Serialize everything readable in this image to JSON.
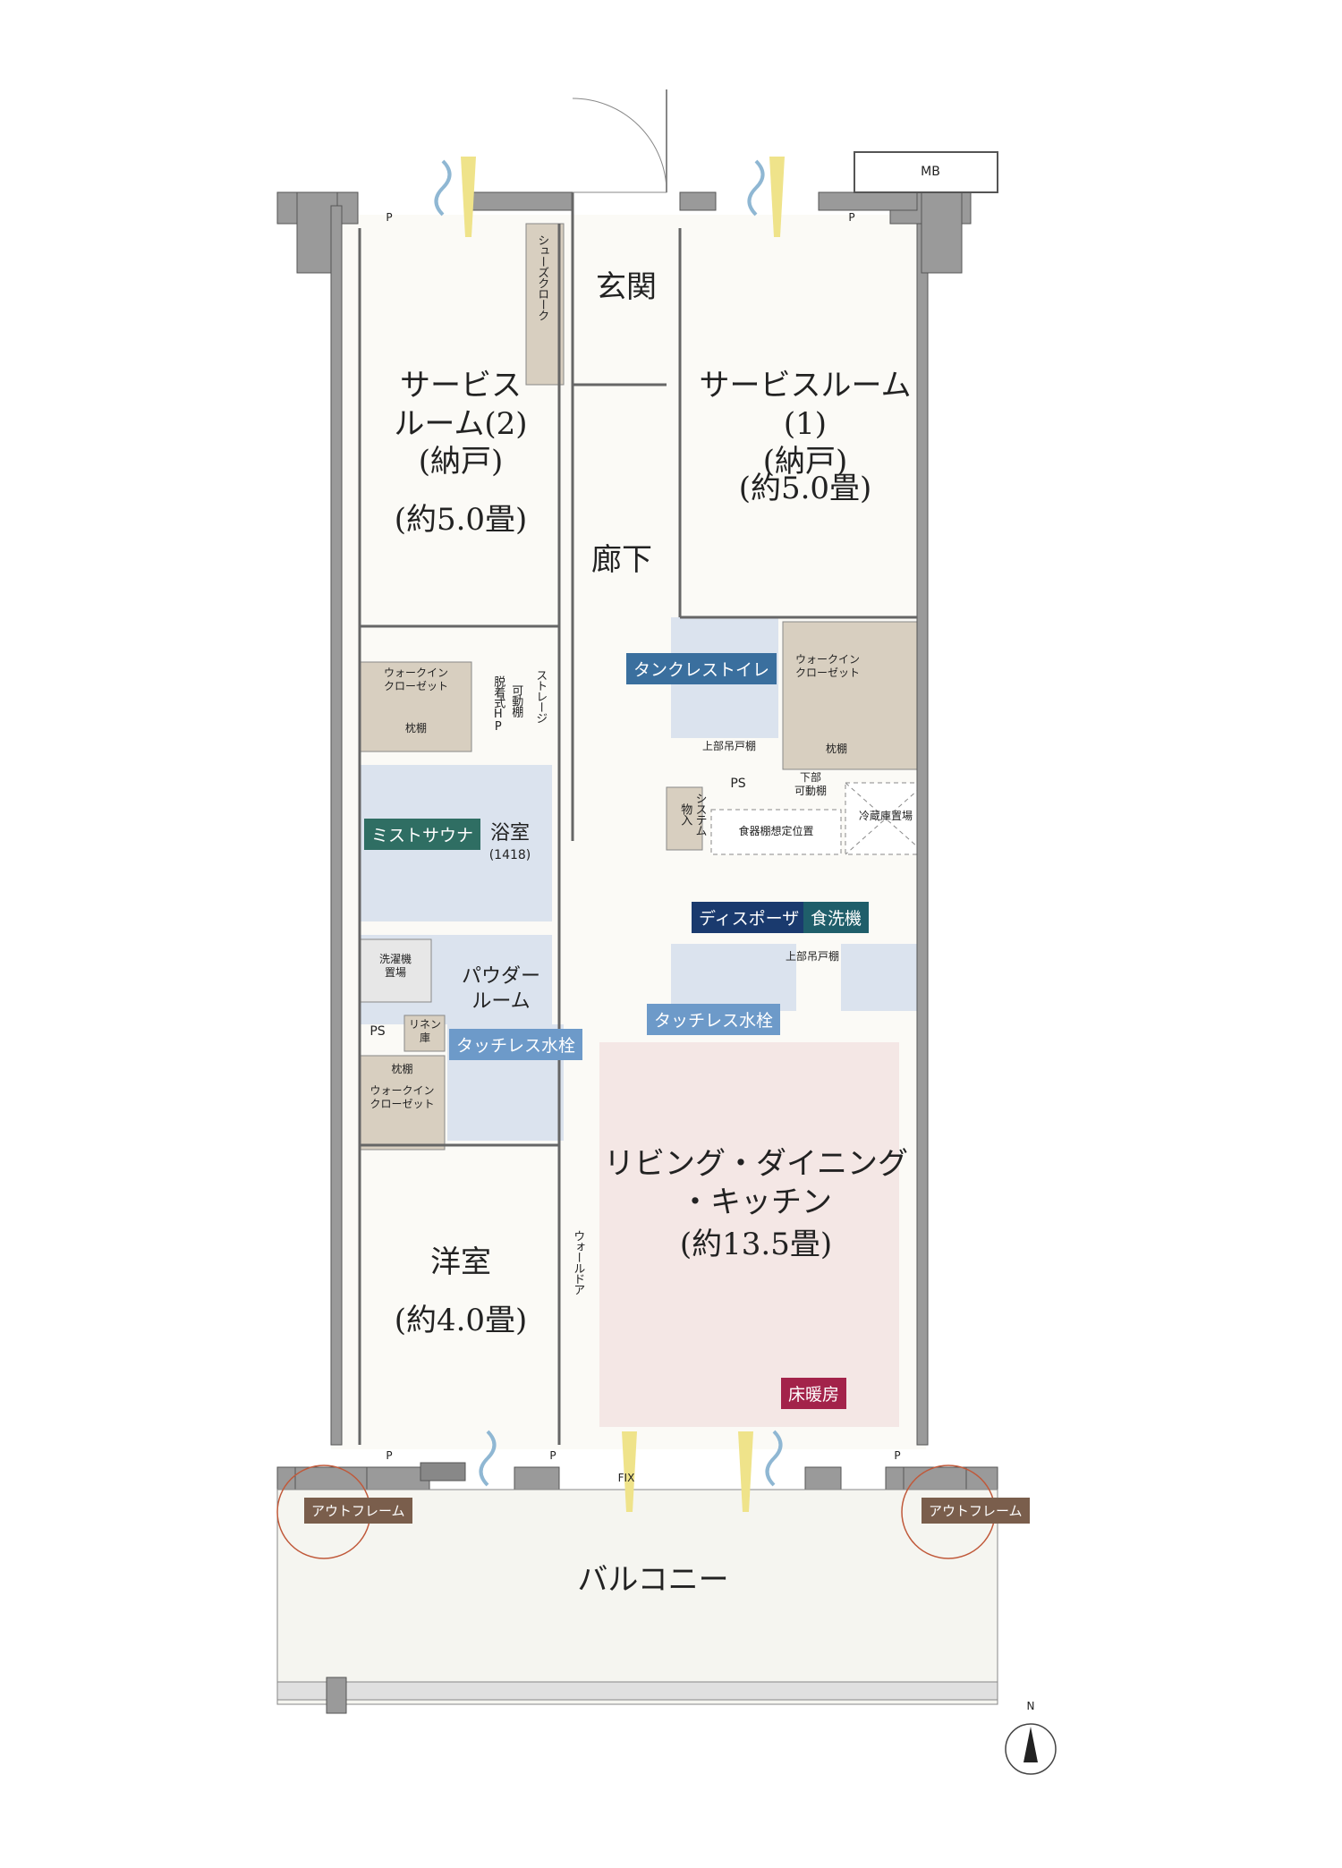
{
  "rooms": {
    "service_room_2": "サービス\nルーム(2)\n(納戸)",
    "service_room_2_size": "(約5.0畳)",
    "service_room_1": "サービスルーム(1)\n(納戸)",
    "service_room_1_size": "(約5.0畳)",
    "entrance": "玄関",
    "corridor": "廊下",
    "ldk": "リビング・ダイニング\n・キッチン",
    "ldk_size": "(約13.5畳)",
    "western_room": "洋室",
    "western_room_size": "(約4.0畳)",
    "bathroom": "浴室",
    "bathroom_size": "(1418)",
    "powder_room": "パウダー\nルーム",
    "balcony": "バルコニー"
  },
  "storage": {
    "shoes_cloak": "シューズクローク",
    "walkin_closet_left": "ウォークイン\nクローゼット",
    "pillow_shelf": "枕棚",
    "removable_hp": "脱着式HP",
    "movable_shelf": "可動棚",
    "storage": "ストレージ",
    "walkin_closet_right": "ウォークイン\nクローゼット",
    "upper_cabinet": "上部吊戸棚",
    "lower_movable_shelf": "下部\n可動棚",
    "system_storage": "システム\n物入",
    "dish_cabinet": "食器棚想定位置",
    "fridge_space": "冷蔵庫置場",
    "washer_space": "洗濯機\n置場",
    "linen_storage": "リネン\n庫",
    "walkin_closet_western": "ウォークイン\nクローゼット",
    "wall_door": "ウォールドア"
  },
  "markers": {
    "mb": "MB",
    "ps": "PS",
    "p": "P",
    "fix": "FIX",
    "north": "N"
  },
  "badges": {
    "tankless_toilet": "タンクレストイレ",
    "mist_sauna": "ミストサウナ",
    "disposer": "ディスポーザ",
    "dishwasher": "食洗機",
    "touchless_faucet": "タッチレス水栓",
    "floor_heating": "床暖房",
    "out_frame": "アウトフレーム"
  },
  "colors": {
    "tankless_toilet": "#3a6f9e",
    "mist_sauna": "#2f6e63",
    "disposer": "#1a3a6e",
    "dishwasher": "#1f5e6a",
    "touchless_faucet": "#6d9ac9",
    "floor_heating": "#a3234a",
    "out_frame": "#7a5e4c",
    "wall": "#8a8a8a",
    "storage": "#d8cfc0",
    "wet_area": "#dbe3ee",
    "floor_heat_area": "#f4e7e5"
  }
}
